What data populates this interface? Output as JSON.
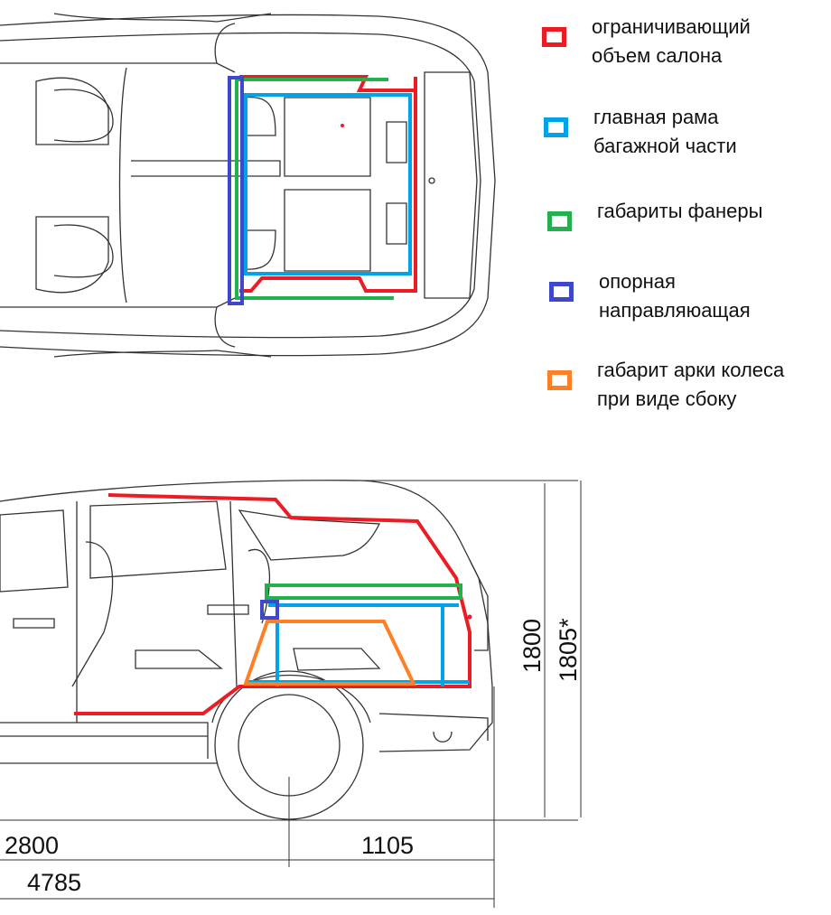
{
  "legend": [
    {
      "label": "ограничивающий\nобъем салона",
      "color": "#ed1c24"
    },
    {
      "label": "главная рама\nбагажной части",
      "color": "#00a2e8"
    },
    {
      "label": "габариты фанеры",
      "color": "#22b14c"
    },
    {
      "label": "опорная\nнаправляюащая",
      "color": "#3f48cc"
    },
    {
      "label": "габарит арки колеса\nпри виде сбоку",
      "color": "#ff7f27"
    }
  ],
  "dimensions": {
    "wheelbase": "2800",
    "rear_overhang": "1105",
    "length": "4785",
    "height": "1800",
    "height_alt": "1805*"
  }
}
